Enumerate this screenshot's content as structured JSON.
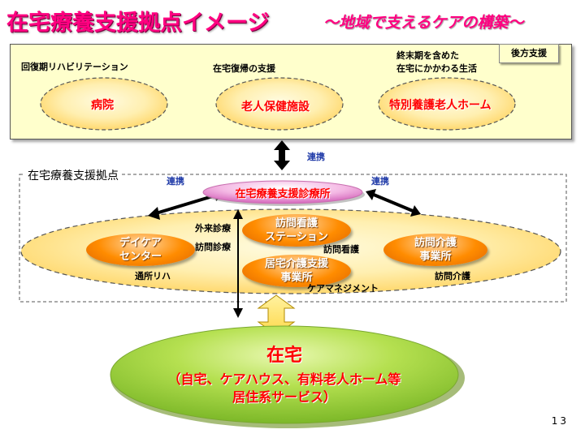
{
  "title": "在宅療養支援拠点イメージ",
  "subtitle": "〜地域で支えるケアの構築〜",
  "top_box": {
    "badge": "後方支援",
    "facilities": [
      {
        "caption": "回復期リハビリテーション",
        "name": "病院"
      },
      {
        "caption": "在宅復帰の支援",
        "name": "老人保健施設"
      },
      {
        "caption": "終末期を含めた在宅にかかわる生活",
        "caption_line1": "終末期を含めた",
        "caption_line2": "在宅にかかわる生活",
        "name": "特別養護老人ホーム"
      }
    ]
  },
  "link_label": "連携",
  "hub": {
    "region_label": "在宅療養支援拠点",
    "clinic": "在宅療養支援診療所",
    "link_left": "連携",
    "link_right": "連携",
    "services": {
      "day_care_line1": "デイケア",
      "day_care_line2": "センター",
      "visiting_nursing_line1": "訪問看護",
      "visiting_nursing_line2": "ステーション",
      "care_support_line1": "居宅介護支援",
      "care_support_line2": "事業所",
      "home_care_line1": "訪問介護",
      "home_care_line2": "事業所"
    },
    "annotations": {
      "outpatient": "外来診療",
      "home_visit": "訪問診療",
      "day_rehab": "通所リハ",
      "visiting_nursing": "訪問看護",
      "care_management": "ケアマネジメント",
      "visiting_care": "訪問介護"
    }
  },
  "home": {
    "title": "在宅",
    "line1": "（自宅、ケアハウス、有料老人ホーム等",
    "line2": "居住系サービス）"
  },
  "page_number": "13",
  "colors": {
    "title": "#ff0080",
    "top_box_bg": "#ffffcc",
    "ellipse_fill": "#ffe8a0",
    "orange": "#ff8c00",
    "clinic_pink": "#f2a0d8",
    "home_green": "#a8dc3c",
    "link_blue": "#1f3aa8"
  }
}
